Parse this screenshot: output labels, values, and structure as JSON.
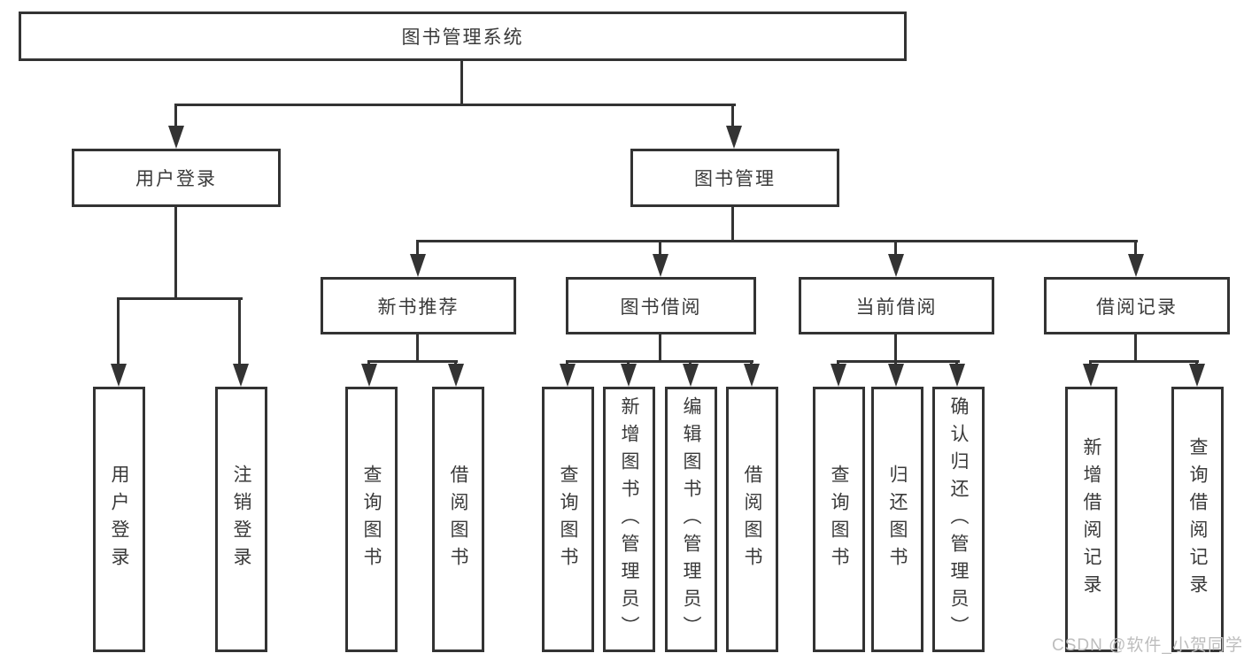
{
  "diagram": {
    "type": "hierarchy-tree",
    "line_color": "#333333",
    "text_color": "#3a3a3a",
    "background": "#ffffff",
    "root": {
      "label": "图书管理系统"
    },
    "level2": {
      "user_login": {
        "label": "用户登录"
      },
      "book_mgmt": {
        "label": "图书管理"
      }
    },
    "level3": {
      "new_books": {
        "label": "新书推荐"
      },
      "book_borrow": {
        "label": "图书借阅"
      },
      "current_borrow": {
        "label": "当前借阅"
      },
      "borrow_records": {
        "label": "借阅记录"
      }
    },
    "leaves": {
      "login": {
        "label": "用户登录"
      },
      "logout": {
        "label": "注销登录"
      },
      "nb_query": {
        "label": "查询图书"
      },
      "nb_borrow": {
        "label": "借阅图书"
      },
      "bb_query": {
        "label": "查询图书"
      },
      "bb_add": {
        "label": "新增图书（管理员）"
      },
      "bb_edit": {
        "label": "编辑图书（管理员）"
      },
      "bb_borrow": {
        "label": "借阅图书"
      },
      "cb_query": {
        "label": "查询图书"
      },
      "cb_return": {
        "label": "归还图书"
      },
      "cb_confirm": {
        "label": "确认归还（管理员）"
      },
      "br_add": {
        "label": "新增借阅记录"
      },
      "br_query": {
        "label": "查询借阅记录"
      }
    }
  },
  "watermark": {
    "text": "CSDN @软件_小贺同学",
    "color": "#bdbdbd"
  }
}
